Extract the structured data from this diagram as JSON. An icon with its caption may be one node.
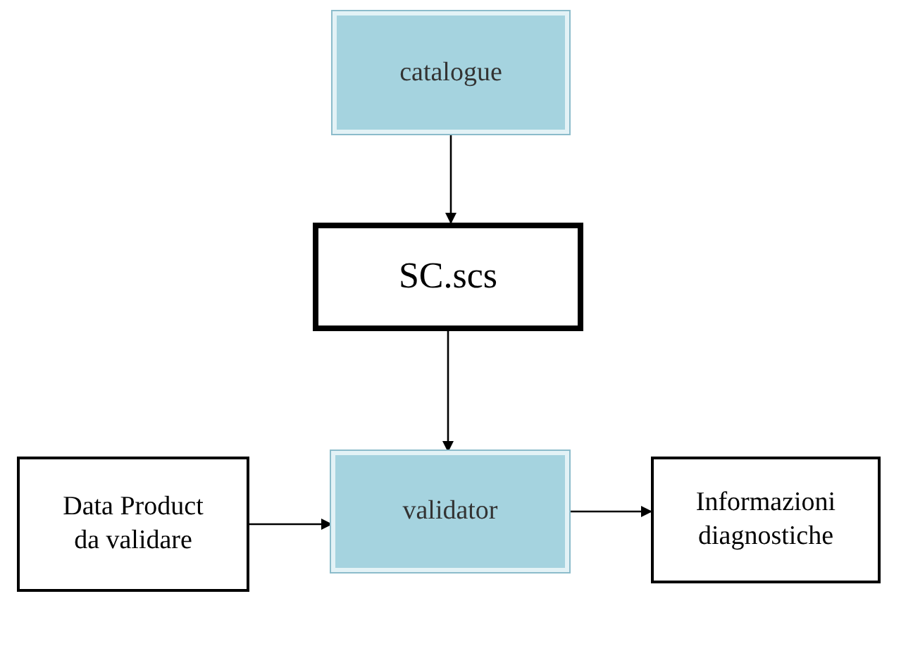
{
  "diagram": {
    "nodes": [
      {
        "text": [
          "catalogue"
        ]
      },
      {
        "text": [
          "SC.scs"
        ]
      },
      {
        "text": [
          "validator"
        ]
      },
      {
        "text": [
          "Data Product da validare"
        ]
      },
      {
        "text": [
          "Informazioni diagnostiche"
        ]
      }
    ],
    "edges": [
      {
        "from": 0,
        "to": 1,
        "arrow": "to"
      },
      {
        "from": 1,
        "to": 2,
        "arrow": "to"
      },
      {
        "from": 3,
        "to": 2,
        "arrow": "to"
      },
      {
        "from": 2,
        "to": 4,
        "arrow": "to"
      }
    ]
  }
}
